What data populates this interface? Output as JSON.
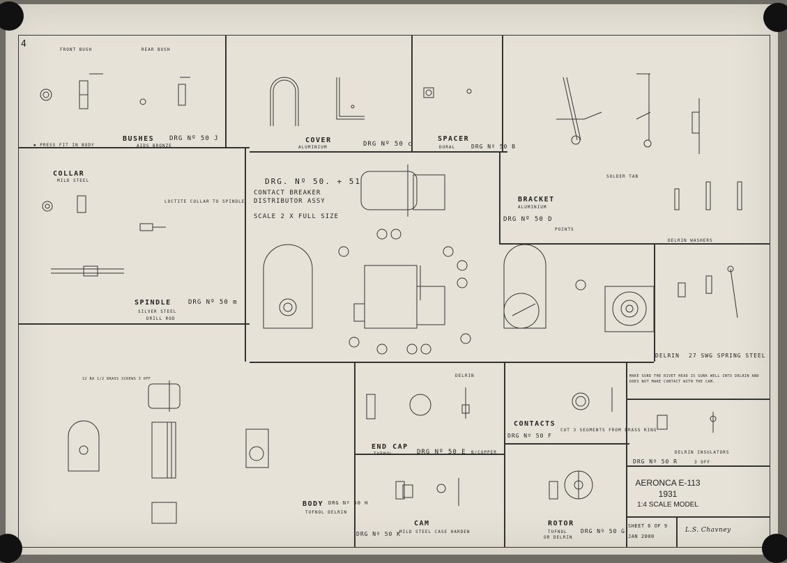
{
  "sheet_number": "4",
  "panels": {
    "bushes": {
      "label1": "FRONT BUSH",
      "label2": "REAR BUSH",
      "title": "BUSHES",
      "drg": "DRG Nº 50 J",
      "material": "AIDS BRONZE",
      "note": "✱ PRESS FIT IN BODY"
    },
    "cover": {
      "title": "COVER",
      "material": "ALUMINIUM",
      "drg": "DRG Nº 50 c"
    },
    "spacer": {
      "title": "SPACER",
      "material": "DURAL",
      "drg": "DRG Nº 50 B"
    },
    "bracket": {
      "title": "BRACKET",
      "material": "ALUMINIUM",
      "drg": "DRG Nº 50 D",
      "solder": "SOLDER TAB",
      "points": "POINTS"
    },
    "collar": {
      "title": "COLLAR",
      "material": "MILD STEEL",
      "note": "LOCTITE COLLAR TO SPINDLE"
    },
    "spindle": {
      "title": "SPINDLE",
      "drg": "DRG Nº 50 m",
      "material": "SILVER STEEL",
      "extra": "DRILL ROD"
    },
    "assy": {
      "drg": "DRG. Nº 50. + 51",
      "title1": "CONTACT BREAKER",
      "title2": "DISTRIBUTOR ASSY",
      "scale": "SCALE 2 X FULL SIZE"
    },
    "washers": {
      "title": "DELRIN WASHERS"
    },
    "spring": {
      "title": "DELRIN",
      "subtitle": "27 SWG SPRING STEEL"
    },
    "body": {
      "title": "BODY",
      "drg": "DRG Nº 50 H",
      "material": "TUFNOL  DELRIN",
      "screws": "12 BA 1/2 BRASS SCREWS 3 OFF"
    },
    "endcap": {
      "title": "END CAP",
      "drg": "DRG Nº 50 E",
      "material": "TUFNOL",
      "delrin": "DELRIN",
      "bcopper": "B/COPPER"
    },
    "contacts": {
      "title": "CONTACTS",
      "drg": "DRG Nº 50 F",
      "note": "CUT 3 SEGMENTS FROM BRASS RING"
    },
    "insulators": {
      "title": "DELRIN INSULATORS",
      "drg": "DRG Nº 50 R",
      "qty": "3 OFF",
      "note": "MAKE SURE THE RIVET HEAD IS SUNK WELL INTO DELRIN AND DOES NOT MAKE CONTACT WITH THE CAM."
    },
    "cam": {
      "title": "CAM",
      "drg": "DRG Nº 50 K",
      "material": "MILD STEEL   CASE HARDEN"
    },
    "rotor": {
      "title": "ROTOR",
      "drg": "DRG Nº 50 G",
      "material": "TUFNOL",
      "material2": "OR DELRIN"
    }
  },
  "title_block": {
    "name": "AERONCA E-113",
    "year": "1931",
    "scale": "1:4 SCALE MODEL",
    "sheet": "SHEET 6 OF 9",
    "date": "JAN 2000",
    "signature": "L.S. Chavney"
  }
}
